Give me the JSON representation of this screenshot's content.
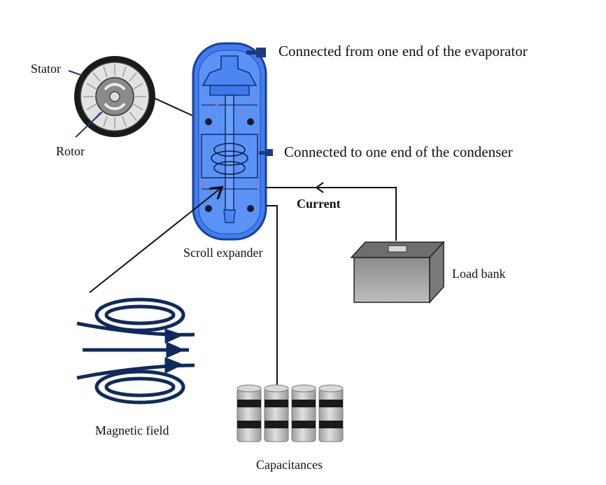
{
  "labels": {
    "stator": "Stator",
    "rotor": "Rotor",
    "evaporator": "Connected from one end of the evaporator",
    "condenser": "Connected to one end of the condenser",
    "current": "Current",
    "scroll_expander": "Scroll expander",
    "load_bank": "Load bank",
    "magnetic_field": "Magnetic field",
    "capacitances": "Capacitances"
  },
  "colors": {
    "expander_fill": "#3f7df0",
    "expander_dark": "#1e3f99",
    "field_lines": "#0f2a5c",
    "load_bank": "#9a9a9a",
    "capacitor_light": "#c7c7c7",
    "capacitor_band": "#1a1a1a"
  }
}
